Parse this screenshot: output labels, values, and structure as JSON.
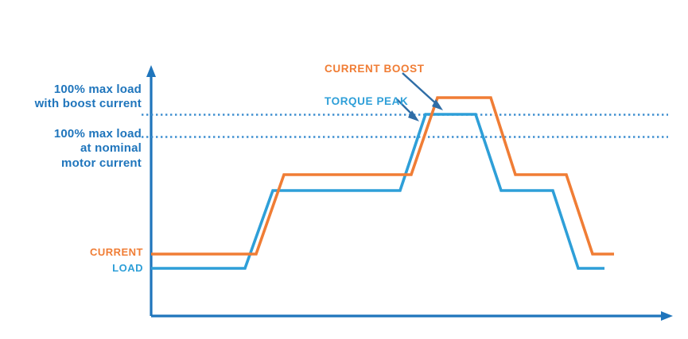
{
  "chart_data": {
    "type": "line",
    "title": "",
    "subtitle": "",
    "xlabel": "",
    "ylabel": "",
    "grid": false,
    "legend_position": "inline-left",
    "axes": {
      "x_axis_arrow": true,
      "y_axis_arrow": true,
      "x_tick_labels": [],
      "y_tick_labels": [
        "100% max load with boost current",
        "100% max load at nominal motor current"
      ]
    },
    "reference_lines": [
      {
        "name": "max-load-boost-current",
        "label": "100% max load\nwith boost current",
        "style": "dotted",
        "color": "#3f8fd0",
        "level": 100
      },
      {
        "name": "max-load-nominal-current",
        "label": "100% max load\nat nominal\nmotor current",
        "style": "dotted",
        "color": "#3f8fd0",
        "level": 90
      }
    ],
    "series": [
      {
        "name": "CURRENT",
        "color": "#f07d35",
        "label": "CURRENT",
        "description": "motor current draw with boost",
        "points": [
          {
            "x": 0,
            "y": 25
          },
          {
            "x": 22,
            "y": 25
          },
          {
            "x": 26,
            "y": 57
          },
          {
            "x": 52,
            "y": 57
          },
          {
            "x": 56,
            "y": 109
          },
          {
            "x": 66,
            "y": 109
          },
          {
            "x": 70,
            "y": 57
          },
          {
            "x": 85,
            "y": 57
          },
          {
            "x": 89,
            "y": 25
          },
          {
            "x": 100,
            "y": 25
          }
        ]
      },
      {
        "name": "LOAD",
        "color": "#2e9fd8",
        "label": "LOAD",
        "description": "load profile demanded from motor",
        "points": [
          {
            "x": 0,
            "y": 19
          },
          {
            "x": 20,
            "y": 19
          },
          {
            "x": 24,
            "y": 52
          },
          {
            "x": 50,
            "y": 52
          },
          {
            "x": 54,
            "y": 100
          },
          {
            "x": 64,
            "y": 100
          },
          {
            "x": 68,
            "y": 52
          },
          {
            "x": 83,
            "y": 52
          },
          {
            "x": 87,
            "y": 19
          },
          {
            "x": 98,
            "y": 19
          }
        ]
      }
    ],
    "annotations": [
      {
        "name": "current-boost",
        "text": "CURRENT BOOST",
        "color": "#f07d35",
        "arrow_color": "#2f6da6",
        "points_to": "orange-peak-rise"
      },
      {
        "name": "torque-peak",
        "text": "TORQUE PEAK",
        "color": "#2e9fd8",
        "arrow_color": "#2f6da6",
        "points_to": "blue-peak-rise"
      }
    ]
  },
  "labels": {
    "boost_line": "100% max load\nwith boost current",
    "nominal_line": "100% max load\nat nominal\nmotor current",
    "current_boost": "CURRENT BOOST",
    "torque_peak": "TORQUE PEAK",
    "series_current": "CURRENT",
    "series_load": "LOAD"
  },
  "colors": {
    "orange": "#f07d35",
    "light_blue": "#2e9fd8",
    "dark_blue": "#1f75bc",
    "arrow_blue": "#2f6da6",
    "dotted_blue": "#3f8fd0",
    "background": "#ffffff"
  }
}
